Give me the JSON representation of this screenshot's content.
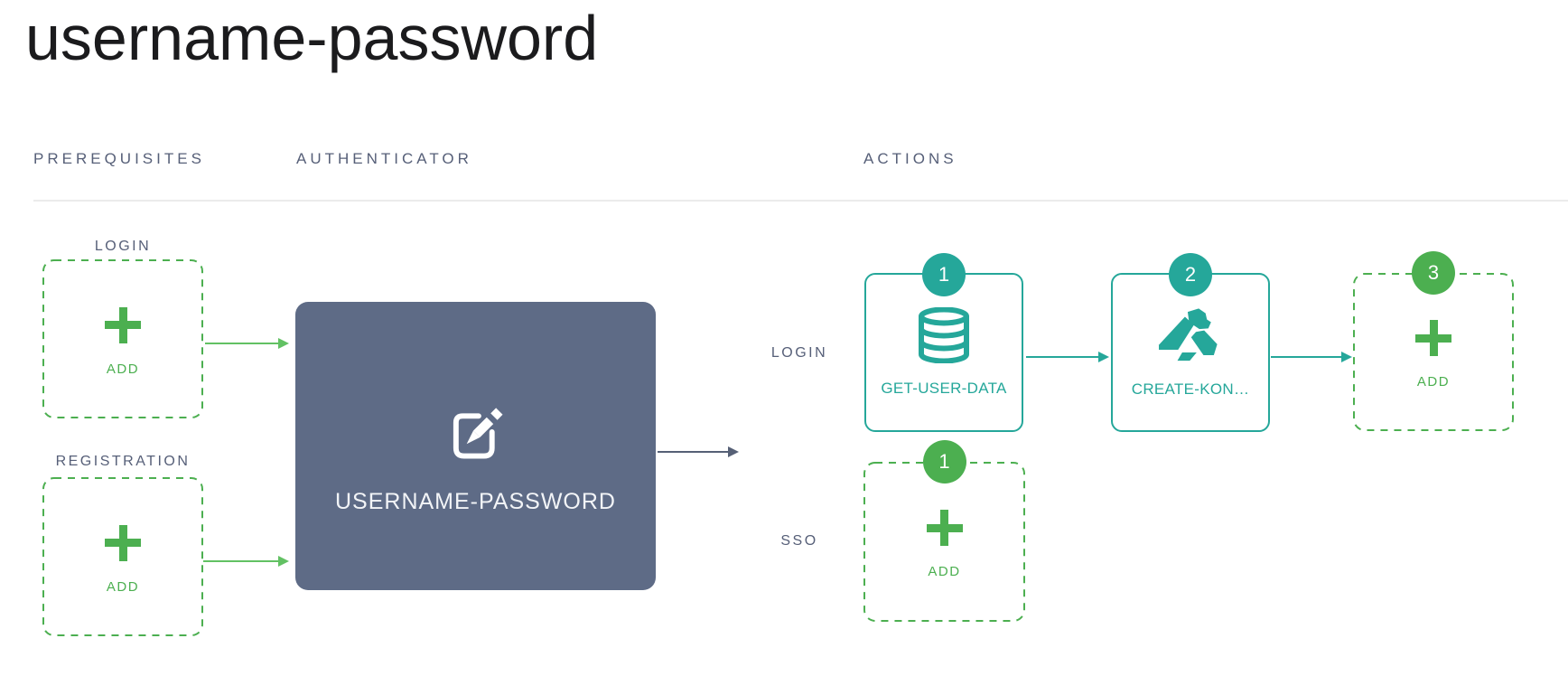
{
  "page": {
    "title": "username-password"
  },
  "columns": {
    "prerequisites": "PREREQUISITES",
    "authenticator": "AUTHENTICATOR",
    "actions": "ACTIONS"
  },
  "prerequisites": {
    "login": {
      "label": "LOGIN",
      "add_label": "ADD",
      "icon": "plus-icon"
    },
    "registration": {
      "label": "REGISTRATION",
      "add_label": "ADD",
      "icon": "plus-icon"
    }
  },
  "authenticator": {
    "name": "USERNAME-PASSWORD",
    "icon": "edit-icon"
  },
  "actions": {
    "login": {
      "label": "LOGIN",
      "steps": [
        {
          "order": "1",
          "label": "GET-USER-DATA",
          "icon": "database-icon"
        },
        {
          "order": "2",
          "label": "CREATE-KON…",
          "icon": "kong-gorilla-icon"
        },
        {
          "order": "3",
          "label": "ADD",
          "icon": "plus-icon"
        }
      ]
    },
    "sso": {
      "label": "SSO",
      "steps": [
        {
          "order": "1",
          "label": "ADD",
          "icon": "plus-icon"
        }
      ]
    }
  },
  "colors": {
    "green": "#4caf50",
    "green_arrow": "#62c163",
    "teal": "#25a79a",
    "slate": "#5e6b86",
    "label_text": "#565f78",
    "arrow_gray": "#566076",
    "divider": "#ebebeb"
  }
}
